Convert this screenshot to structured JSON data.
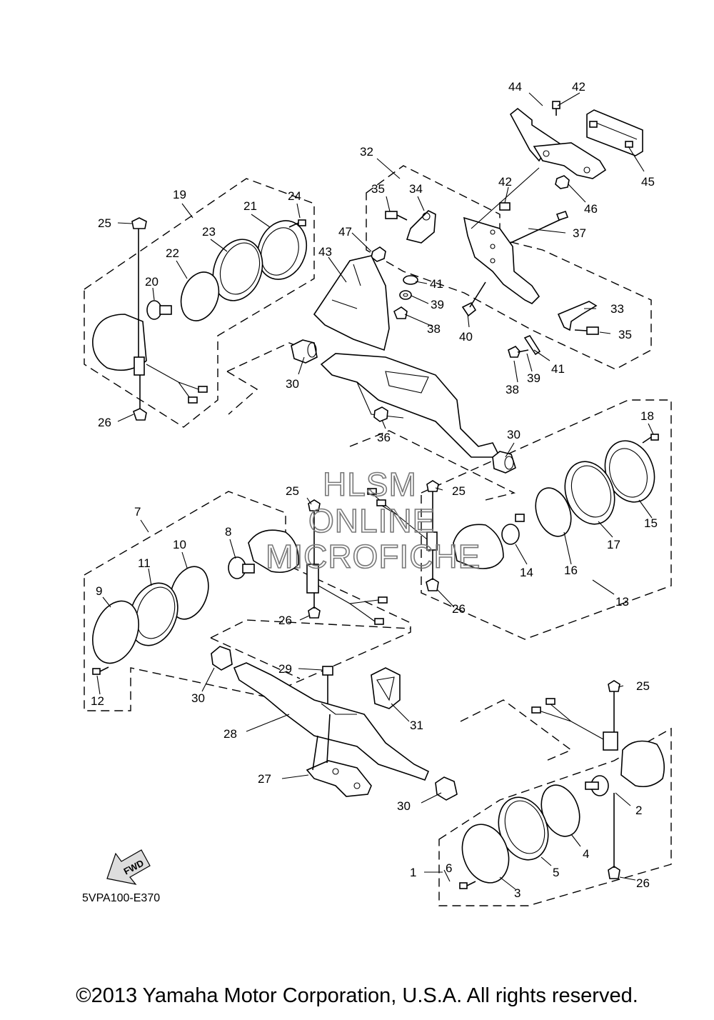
{
  "diagram": {
    "code": "5VPA100-E370",
    "fwd_label": "FWD",
    "watermark": [
      "HLSM",
      "ONLINE",
      "MICROFICHE"
    ],
    "callouts": [
      {
        "id": "c44",
        "label": "44"
      },
      {
        "id": "c42a",
        "label": "42"
      },
      {
        "id": "c45",
        "label": "45"
      },
      {
        "id": "c46",
        "label": "46"
      },
      {
        "id": "c42b",
        "label": "42"
      },
      {
        "id": "c37",
        "label": "37"
      },
      {
        "id": "c32",
        "label": "32"
      },
      {
        "id": "c35a",
        "label": "35"
      },
      {
        "id": "c34",
        "label": "34"
      },
      {
        "id": "c47",
        "label": "47"
      },
      {
        "id": "c43",
        "label": "43"
      },
      {
        "id": "c41a",
        "label": "41"
      },
      {
        "id": "c39a",
        "label": "39"
      },
      {
        "id": "c38a",
        "label": "38"
      },
      {
        "id": "c40",
        "label": "40"
      },
      {
        "id": "c33",
        "label": "33"
      },
      {
        "id": "c35b",
        "label": "35"
      },
      {
        "id": "c41b",
        "label": "41"
      },
      {
        "id": "c39b",
        "label": "39"
      },
      {
        "id": "c38b",
        "label": "38"
      },
      {
        "id": "c19",
        "label": "19"
      },
      {
        "id": "c24",
        "label": "24"
      },
      {
        "id": "c25a",
        "label": "25"
      },
      {
        "id": "c21",
        "label": "21"
      },
      {
        "id": "c23",
        "label": "23"
      },
      {
        "id": "c22",
        "label": "22"
      },
      {
        "id": "c20",
        "label": "20"
      },
      {
        "id": "c30a",
        "label": "30"
      },
      {
        "id": "c26a",
        "label": "26"
      },
      {
        "id": "c36",
        "label": "36"
      },
      {
        "id": "c30b",
        "label": "30"
      },
      {
        "id": "c18",
        "label": "18"
      },
      {
        "id": "c25b",
        "label": "25"
      },
      {
        "id": "c25c",
        "label": "25"
      },
      {
        "id": "c15",
        "label": "15"
      },
      {
        "id": "c17",
        "label": "17"
      },
      {
        "id": "c16",
        "label": "16"
      },
      {
        "id": "c14",
        "label": "14"
      },
      {
        "id": "c26b",
        "label": "26"
      },
      {
        "id": "c13",
        "label": "13"
      },
      {
        "id": "c7",
        "label": "7"
      },
      {
        "id": "c8",
        "label": "8"
      },
      {
        "id": "c10",
        "label": "10"
      },
      {
        "id": "c11",
        "label": "11"
      },
      {
        "id": "c9",
        "label": "9"
      },
      {
        "id": "c26c",
        "label": "26"
      },
      {
        "id": "c12",
        "label": "12"
      },
      {
        "id": "c29",
        "label": "29"
      },
      {
        "id": "c30c",
        "label": "30"
      },
      {
        "id": "c31",
        "label": "31"
      },
      {
        "id": "c28",
        "label": "28"
      },
      {
        "id": "c25d",
        "label": "25"
      },
      {
        "id": "c27",
        "label": "27"
      },
      {
        "id": "c30d",
        "label": "30"
      },
      {
        "id": "c2",
        "label": "2"
      },
      {
        "id": "c4",
        "label": "4"
      },
      {
        "id": "c1",
        "label": "1"
      },
      {
        "id": "c6",
        "label": "6"
      },
      {
        "id": "c5",
        "label": "5"
      },
      {
        "id": "c3",
        "label": "3"
      },
      {
        "id": "c26d",
        "label": "26"
      }
    ]
  },
  "footer": {
    "copyright": "©2013 Yamaha Motor Corporation, U.S.A. All rights reserved."
  }
}
